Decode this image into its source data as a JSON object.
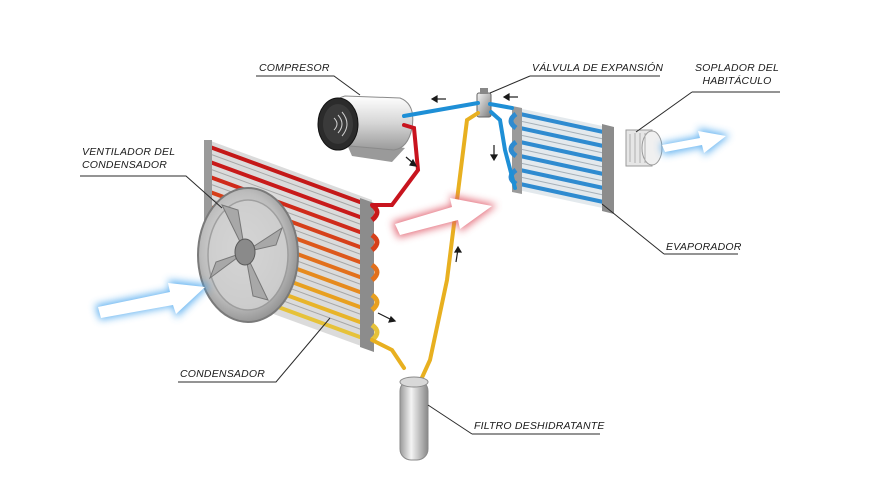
{
  "labels": {
    "compresor": "COMPRESOR",
    "valvula": "VÁLVULA DE EXPANSIÓN",
    "soplador_l1": "SOPLADOR DEL",
    "soplador_l2": "HABITÁCULO",
    "ventilador_l1": "VENTILADOR DEL",
    "ventilador_l2": "CONDENSADOR",
    "evaporador": "EVAPORADOR",
    "condensador": "CONDENSADOR",
    "filtro": "FILTRO DESHIDRATANTE"
  },
  "colors": {
    "hot_line": "#c8141e",
    "cold_line": "#1e8fd6",
    "liquid_line": "#e8b020",
    "air_hot": "#e05868",
    "air_cold": "#49a6ee",
    "fin_gray": "#8a8a8a",
    "leader": "#2a2a2a"
  }
}
